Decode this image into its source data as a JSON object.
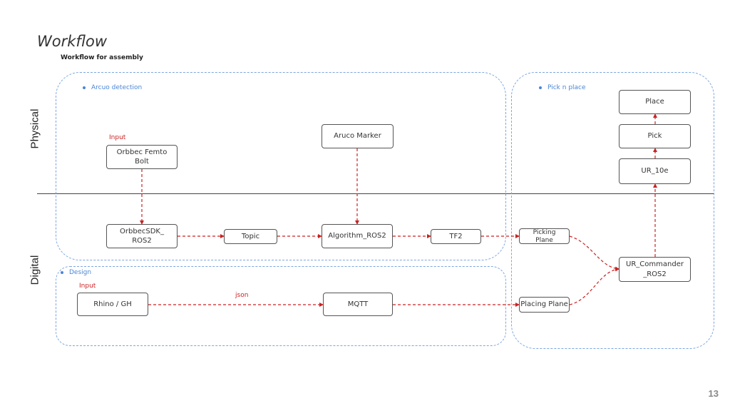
{
  "slide": {
    "title": "Workflow",
    "subtitle": "Workflow for assembly",
    "page_number": "13"
  },
  "side_labels": {
    "physical": "Physical",
    "digital": "Digital"
  },
  "groups": {
    "aruco": "Arcuo detection",
    "design": "Design",
    "pick": "Pick n place"
  },
  "labels": {
    "input_camera": "Input",
    "input_rhino": "Input",
    "json": "json"
  },
  "nodes": {
    "orbbec_femto": "Orbbec Femto\nBolt",
    "aruco_marker": "Aruco Marker",
    "orbbecsdk": "OrbbecSDK_\nROS2",
    "topic": "Topic",
    "algorithm": "Algorithm_ROS2",
    "tf2": "TF2",
    "picking_plane": "Picking\nPlane",
    "rhino": "Rhino / GH",
    "mqtt": "MQTT",
    "placing_plane": "Placing Plane",
    "ur_commander": "UR_Commander\n_ROS2",
    "ur10e": "UR_10e",
    "pick": "Pick",
    "place": "Place"
  },
  "colors": {
    "edge": "#cc2222",
    "group_border": "#7aa6e0",
    "group_label": "#4a86d6"
  }
}
